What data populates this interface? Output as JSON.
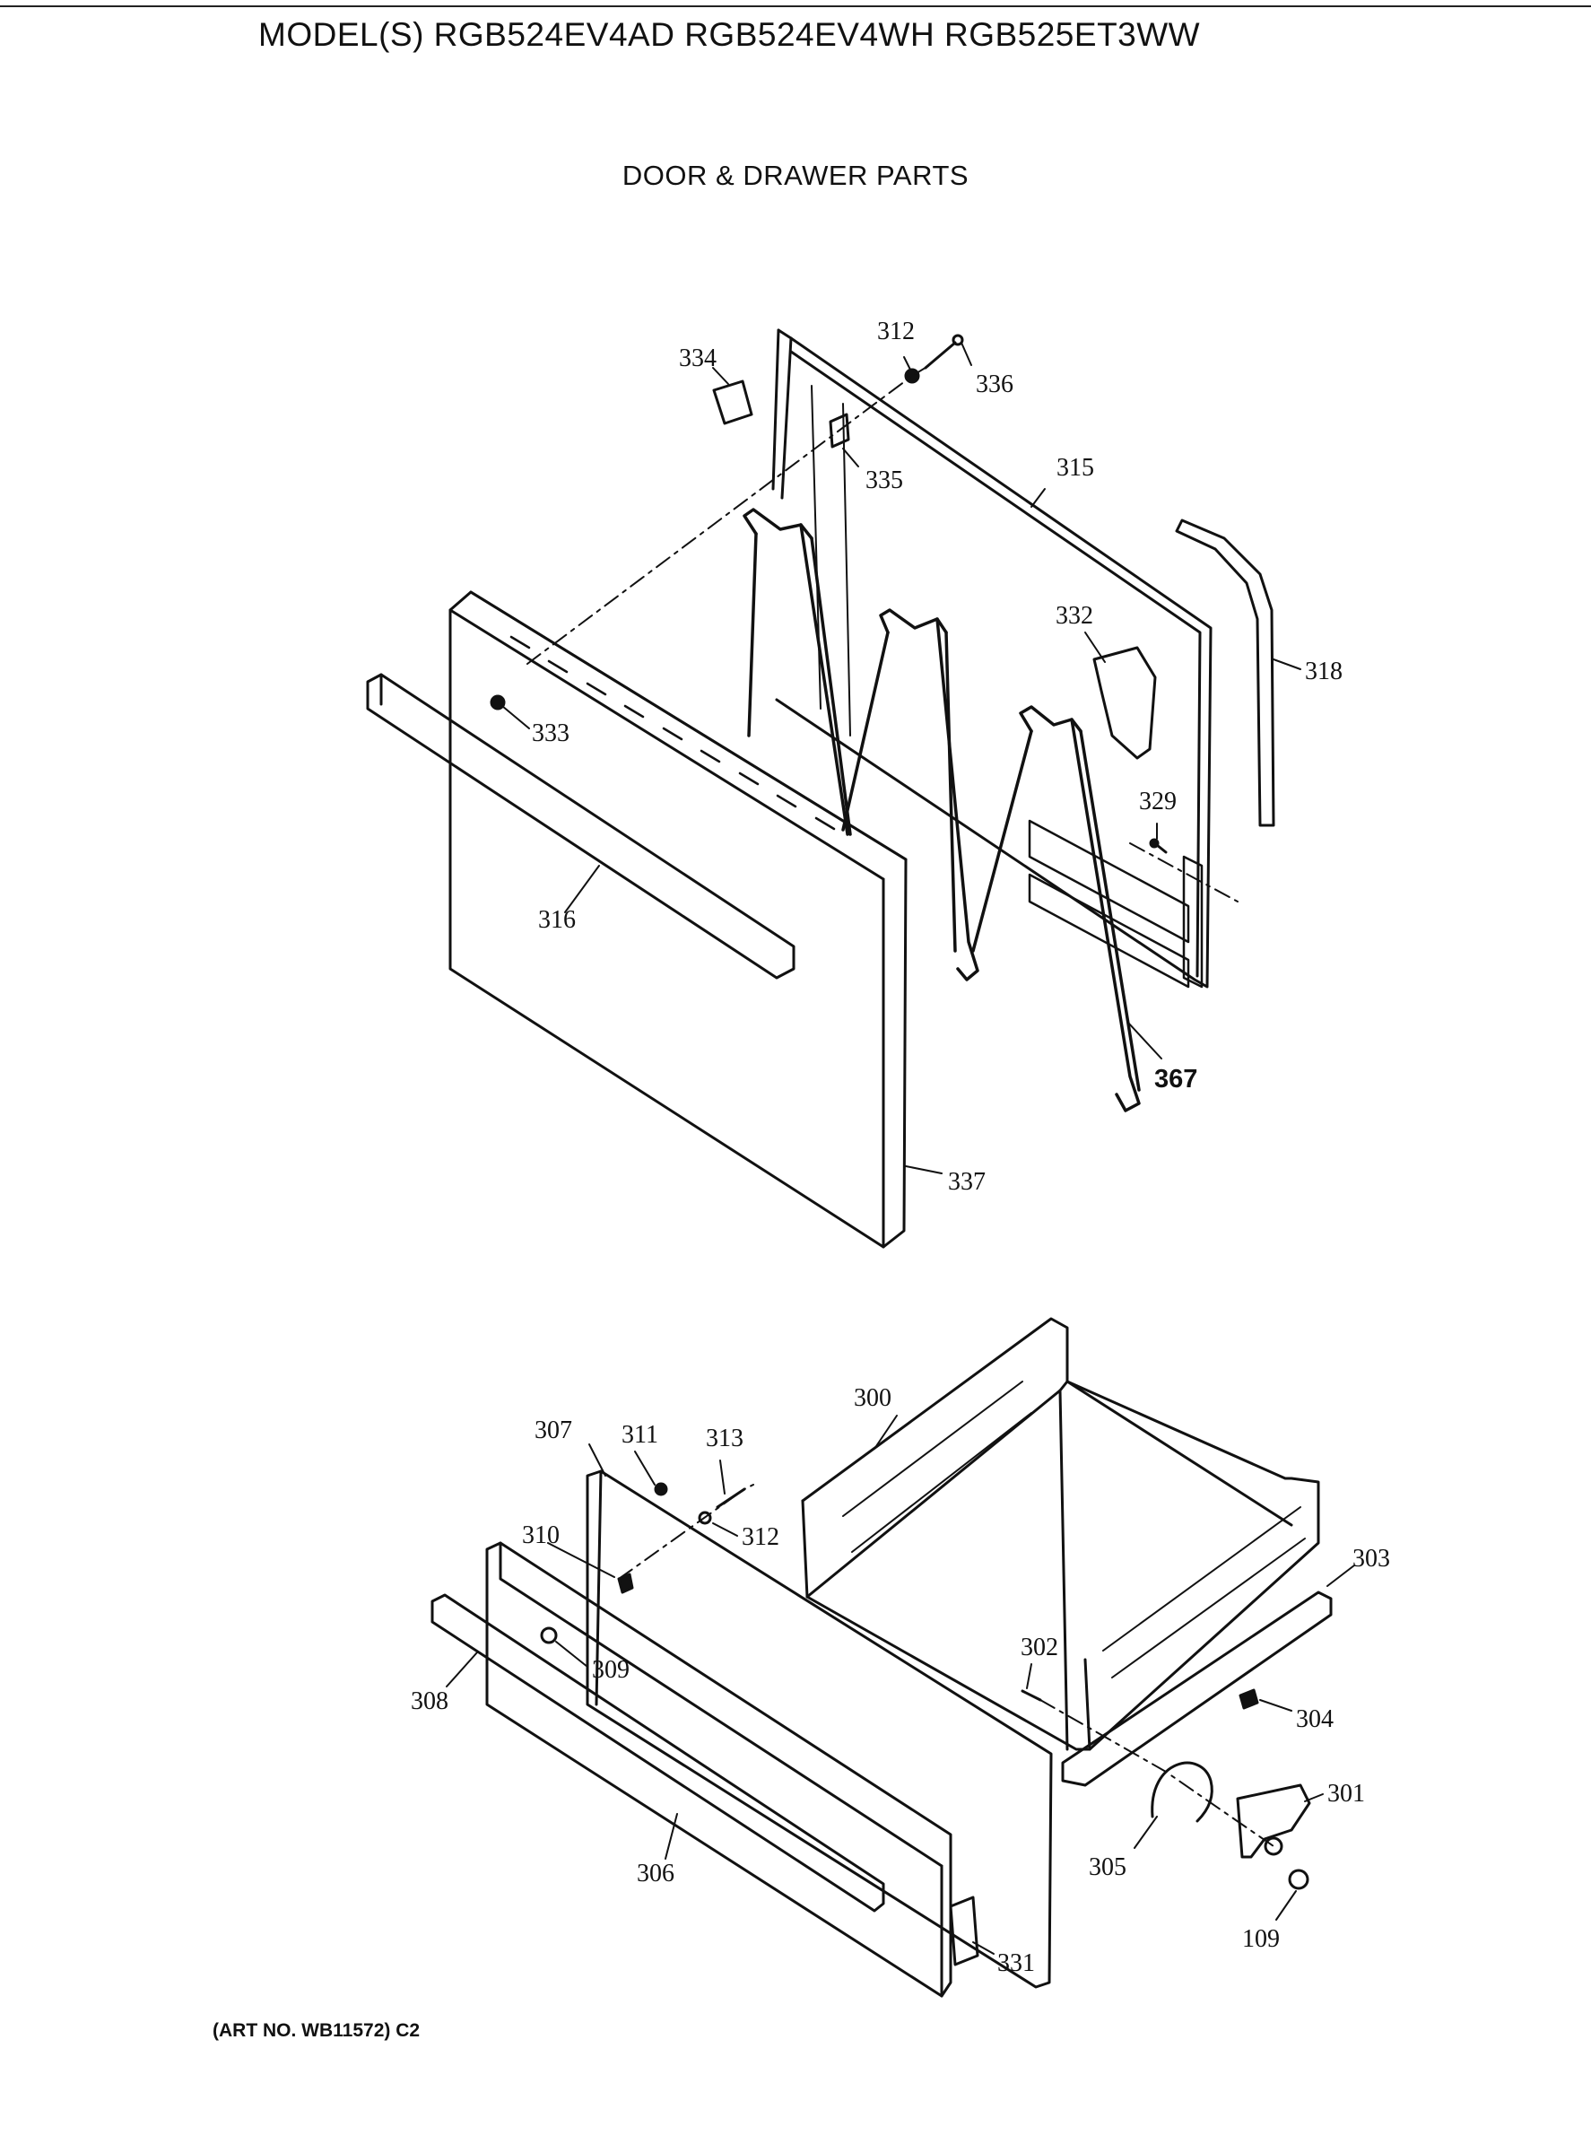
{
  "header": {
    "model_title": "MODEL(S) RGB524EV4AD  RGB524EV4WH  RGB525ET3WW",
    "section_title": "DOOR & DRAWER PARTS"
  },
  "footer": {
    "art_number": "(ART NO. WB11572) C2"
  },
  "callouts": {
    "door": [
      "312",
      "336",
      "334",
      "335",
      "315",
      "318",
      "332",
      "333",
      "316",
      "329",
      "367",
      "337"
    ],
    "drawer": [
      "300",
      "307",
      "311",
      "313",
      "312",
      "310",
      "309",
      "308",
      "306",
      "331",
      "303",
      "302",
      "304",
      "301",
      "305",
      "109"
    ]
  },
  "colors": {
    "line": "#111111",
    "background": "#ffffff"
  }
}
